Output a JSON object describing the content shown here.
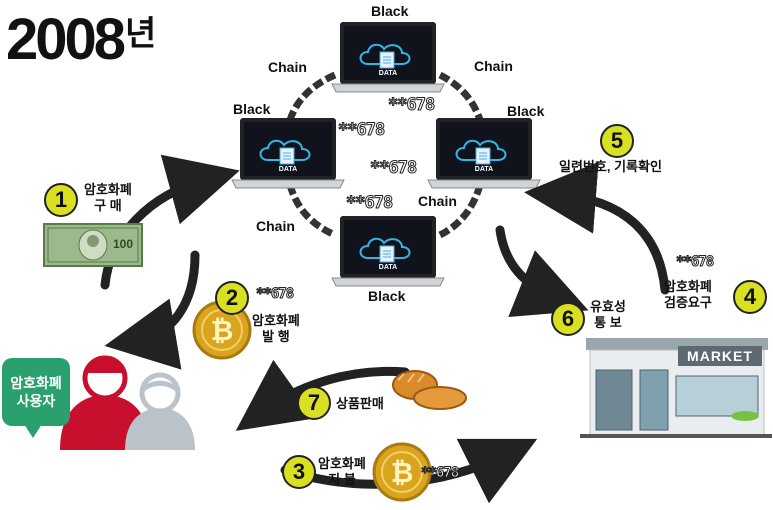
{
  "title": {
    "year": "2008",
    "suffix": "년"
  },
  "blocks": {
    "label": "Black",
    "screen_text": "DATA"
  },
  "chains": {
    "label": "Chain"
  },
  "codes": {
    "value": "**678"
  },
  "steps": [
    {
      "number": "1",
      "line1": "암호화폐",
      "line2": "구 매"
    },
    {
      "number": "2",
      "line1": "암호화폐",
      "line2": "발 행"
    },
    {
      "number": "3",
      "line1": "암호화폐",
      "line2": "지 불"
    },
    {
      "number": "4",
      "line1": "암호화폐",
      "line2": "검증요구"
    },
    {
      "number": "5",
      "line1": "일련번호, 기록확인"
    },
    {
      "number": "6",
      "line1": "유효성",
      "line2": "통 보"
    },
    {
      "number": "7",
      "line1": "상품판매"
    }
  ],
  "user": {
    "line1": "암호화폐",
    "line2": "사용자"
  },
  "store": {
    "sign": "MARKET"
  },
  "money": {
    "denomination": "100"
  },
  "colors": {
    "badge": "#d9e021",
    "speech": "#2aa06f",
    "user_red": "#c8102e",
    "user_gray": "#b9c3c9",
    "laptop_screen": "#10131c",
    "cloud": "#33b5e5"
  }
}
